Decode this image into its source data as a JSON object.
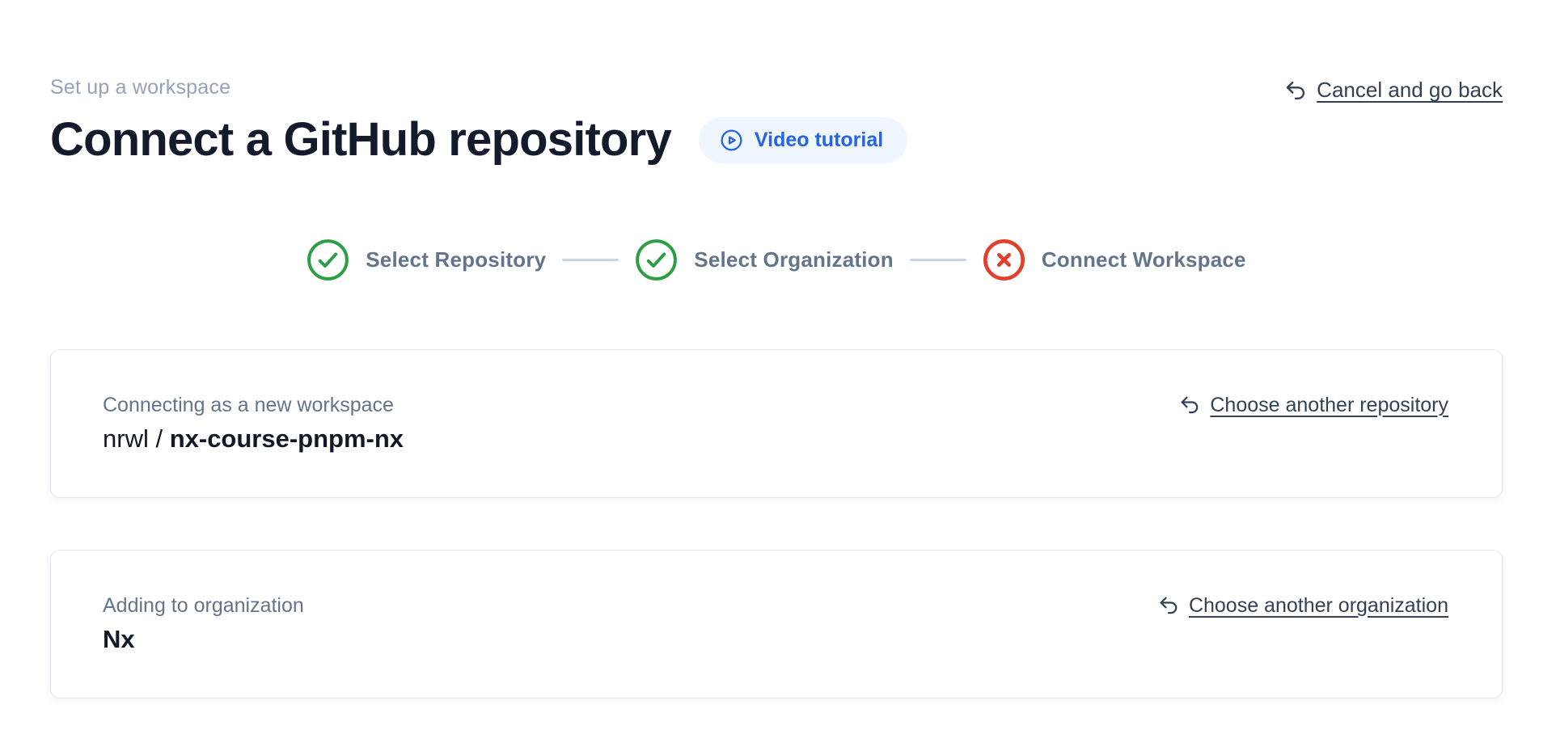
{
  "header": {
    "eyebrow": "Set up a workspace",
    "title": "Connect a GitHub repository",
    "video_button_label": "Video tutorial",
    "cancel_link_label": "Cancel and go back"
  },
  "stepper": {
    "steps": [
      {
        "label": "Select Repository",
        "state": "complete"
      },
      {
        "label": "Select Organization",
        "state": "complete"
      },
      {
        "label": "Connect Workspace",
        "state": "error"
      }
    ]
  },
  "repository_card": {
    "label": "Connecting as a new workspace",
    "owner_prefix": "nrwl / ",
    "repo_name": "nx-course-pnpm-nx",
    "change_link_label": "Choose another repository"
  },
  "organization_card": {
    "label": "Adding to organization",
    "org_name": "Nx",
    "change_link_label": "Choose another organization"
  },
  "colors": {
    "accent_blue": "#2563eb",
    "pill_background": "#eff6ff",
    "success_green": "#2e9e44",
    "error_red": "#e0402c",
    "link_slate": "#334155",
    "muted_gray": "#64748b",
    "eyebrow_gray": "#94a3b8",
    "card_border": "#e2e8f0",
    "heading_dark": "#131a2b",
    "connector_gray": "#cbd5e1"
  }
}
